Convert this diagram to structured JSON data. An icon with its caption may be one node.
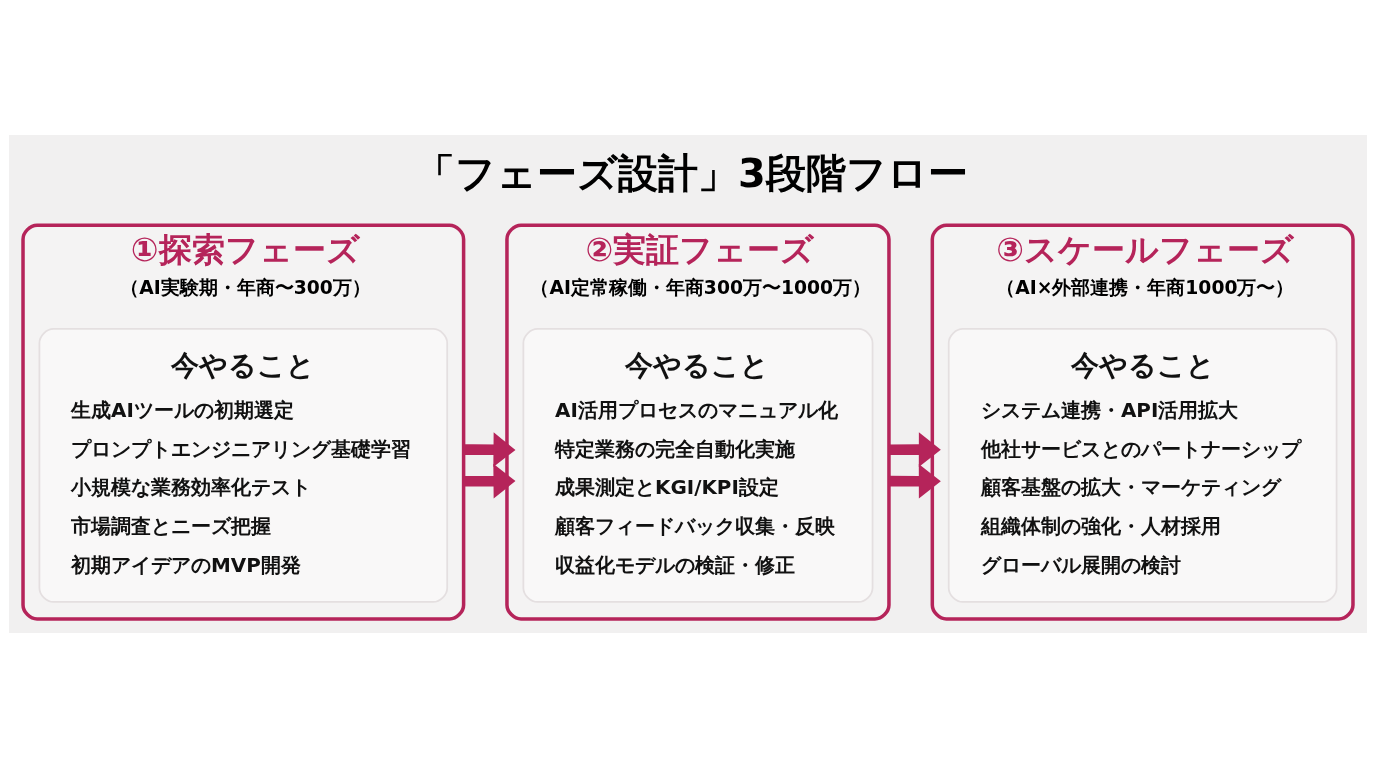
{
  "diagram": {
    "title": "「フェーズ設計」3段階フロー",
    "nodes": [
      {
        "text": [
          "①探索フェーズ",
          "（AI実験期・年商〜300万）"
        ]
      },
      {
        "text": [
          "今やること",
          "生成AIツールの初期選定",
          "プロンプトエンジニアリング基礎学習",
          "小規模な業務効率化テスト",
          "市場調査とニーズ把握",
          "初期アイデアのMVP開発"
        ],
        "in": 0
      },
      {
        "text": [
          "②実証フェーズ",
          "（AI定常稼働・年商300万〜1000万）"
        ]
      },
      {
        "text": [
          "今やること",
          "AI活用プロセスのマニュアル化",
          "特定業務の完全自動化実施",
          "成果測定とKGI/KPI設定",
          "顧客フィードバック収集・反映",
          "収益化モデルの検証・修正"
        ],
        "in": 2
      },
      {
        "text": [
          "③スケールフェーズ",
          "（AI×外部連携・年商1000万〜）"
        ]
      },
      {
        "text": [
          "今やること",
          "システム連携・API活用拡大",
          "他社サービスとのパートナーシップ",
          "顧客基盤の拡大・マーケティング",
          "組織体制の強化・人材採用",
          "グローバル展開の検討"
        ],
        "in": 4
      }
    ],
    "edges": [
      {
        "from": 0,
        "to": 2,
        "arrow": "to"
      },
      {
        "from": 0,
        "to": 2,
        "arrow": "to"
      },
      {
        "from": 2,
        "to": 4,
        "arrow": "to"
      },
      {
        "from": 2,
        "to": 4,
        "arrow": "to"
      }
    ]
  }
}
